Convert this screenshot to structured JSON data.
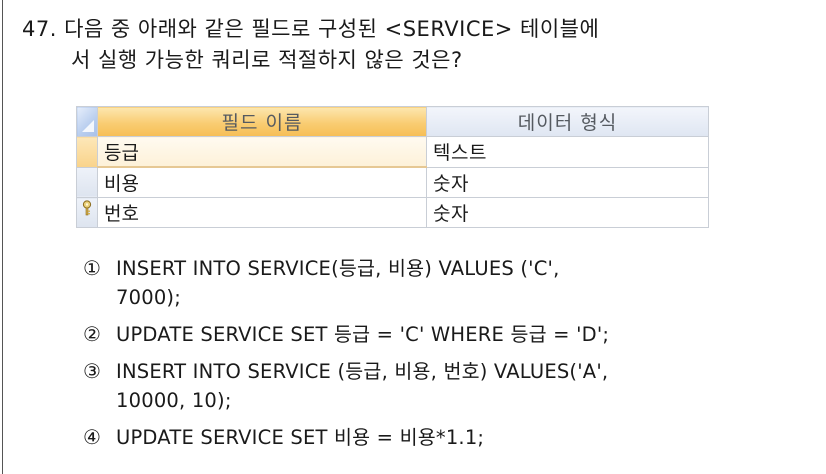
{
  "question": {
    "number": "47.",
    "line1": "다음 중 아래와 같은 필드로 구성된 <SERVICE> 테이블에",
    "line2": "서 실행 가능한 쿼리로 적절하지 않은 것은?"
  },
  "table": {
    "headers": {
      "field_name": "필드 이름",
      "data_type": "데이터 형식"
    },
    "rows": [
      {
        "field_name": "등급",
        "data_type": "텍스트",
        "primary_key": false,
        "active": true
      },
      {
        "field_name": "비용",
        "data_type": "숫자",
        "primary_key": false,
        "active": false
      },
      {
        "field_name": "번호",
        "data_type": "숫자",
        "primary_key": true,
        "active": false
      }
    ],
    "colors": {
      "header_active": "#f9cc72",
      "header_inactive": "#dfe6f2",
      "border": "#c9ced6",
      "key_icon": "#c9a640"
    }
  },
  "options": [
    {
      "marker": "①",
      "line1": "INSERT INTO SERVICE(등급, 비용) VALUES ('C',",
      "line2": "7000);"
    },
    {
      "marker": "②",
      "line1": "UPDATE SERVICE SET 등급 = 'C' WHERE 등급 = 'D';",
      "line2": ""
    },
    {
      "marker": "③",
      "line1": "INSERT INTO SERVICE (등급, 비용, 번호) VALUES('A',",
      "line2": "10000, 10);"
    },
    {
      "marker": "④",
      "line1": "UPDATE SERVICE SET 비용 = 비용*1.1;",
      "line2": ""
    }
  ]
}
